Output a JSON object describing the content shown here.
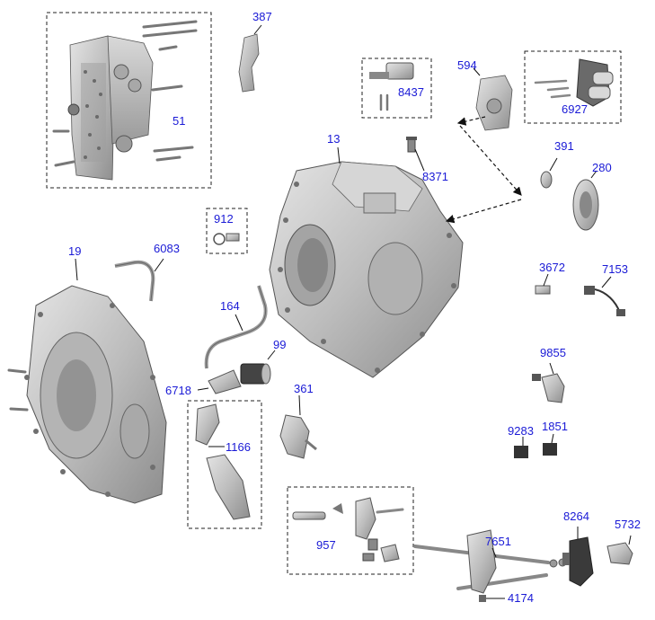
{
  "diagram": {
    "callouts": {
      "c51": "51",
      "c387": "387",
      "c8437": "8437",
      "c594": "594",
      "c6927": "6927",
      "c13": "13",
      "c8371": "8371",
      "c391": "391",
      "c280": "280",
      "c912": "912",
      "c19": "19",
      "c6083": "6083",
      "c3672": "3672",
      "c7153": "7153",
      "c164": "164",
      "c99": "99",
      "c6718": "6718",
      "c361": "361",
      "c9855": "9855",
      "c1166": "1166",
      "c9283": "9283",
      "c1851": "1851",
      "c957": "957",
      "c7651": "7651",
      "c8264": "8264",
      "c5732": "5732",
      "c4174": "4174"
    },
    "colors": {
      "callout_text": "#1a1ad6",
      "part_fill": "#c9c9c9",
      "part_shadow": "#8c8c8c",
      "part_dark": "#5a5a5a",
      "leader_line": "#111111"
    }
  }
}
